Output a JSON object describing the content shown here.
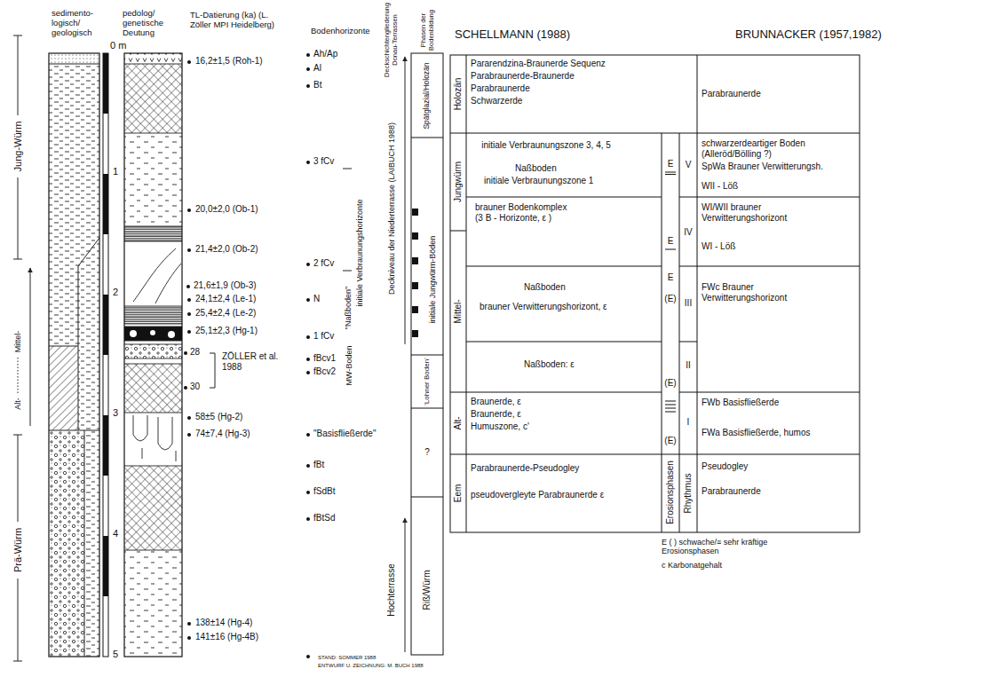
{
  "diagram": {
    "labels": [
      "Jung-Würm",
      "Mittel-",
      "Alt-",
      "Prä-Würm",
      "sedimento- logisch/ geologisch",
      "pedolog/ genetische Deutung",
      "TL-Datierung (ka) (L. Zöller MPI Heidelberg)",
      "Bodenhorizonte",
      "Deckschichtengliederung Donau-Terrassen",
      "Phasen der Bodenbildung",
      "0 m",
      "1",
      "2",
      "3",
      "4",
      "5",
      "16,2±1,5 (Roh-1)",
      "20,0±2,0 (Ob-1)",
      "21,4±2,0 (Ob-2)",
      "21,6±1,9 (Ob-3)",
      "24,1±2,4 (Le-1)",
      "25,4±2,4 (Le-2)",
      "25,1±2,3 (Hg-1)",
      "28",
      "30",
      "ZÖLLER et al. 1988",
      "58±5 (Hg-2)",
      "74±7,4 (Hg-3)",
      "138±14 (Hg-4)",
      "141±16 (Hg-4B)",
      "Ah/Ap",
      "Al",
      "Bt",
      "3 fCv",
      "2 fCv",
      "N",
      "1 fCv",
      "fBcv1",
      "fBcv2",
      "\"Basisfließerde\"",
      "fBt",
      "fSdBt",
      "fBtSd",
      "\"Naßboden\"",
      "initiale Verbraunungshorizonte",
      "MW-Boden",
      "Deckniveau der Niederterrasse (LAIBUCH 1988)",
      "Hochterrasse",
      "Spätglazial/Holozän",
      "initiale Jungwürm-Böden",
      "'Lohner Boden'",
      "?",
      "Riß/Würm",
      "STAND: SOMMER 1988",
      "ENTWURF U. ZEICHNUNG: M. BUCH 1988",
      "SCHELLMANN (1988)",
      "BRUNNACKER (1957,1982)",
      "Holozän",
      "Jungwürm",
      "Mittel-",
      "Alt-",
      "Eem",
      "Pararendzina-Braunerde Sequenz",
      "Parabraunerde-Braunerde",
      "Parabraunerde",
      "Schwarzerde",
      "initiale Verbraunungszone 3, 4, 5",
      "Naßboden",
      "initiale Verbraunungszone 1",
      "brauner Bodenkomplex (3 B - Horizonte, ε )",
      "Naßboden",
      "brauner Verwitterungshorizont, ε",
      "Naßboden: ε",
      "Braunerde, ε",
      "Braunerde, ε",
      "Humuszone, c'",
      "Parabraunerde-Pseudogley",
      "pseudovergleyte Parabraunerde ε",
      "E",
      "E",
      "E",
      "(E)",
      "(E)",
      "(E)",
      "Erosionsphasen",
      "V",
      "IV",
      "III",
      "II",
      "I",
      "Rhythmus",
      "Parabraunerde",
      "schwarzerdeartiger Boden (Alleröd/Bölling ?)",
      "SpWa Brauner Verwitterungsh.",
      "WII - Löß",
      "WI/WII brauner Verwitterungshorizont",
      "WI - Löß",
      "FWc Brauner Verwitterungshorizont",
      "FWb Basisfließerde",
      "FWa Basisfließerde, humos",
      "Pseudogley",
      "Parabraunerde",
      "E ( ) schwache/≡ sehr kräftige Erosionsphasen",
      "c Karbonatgehalt"
    ]
  }
}
